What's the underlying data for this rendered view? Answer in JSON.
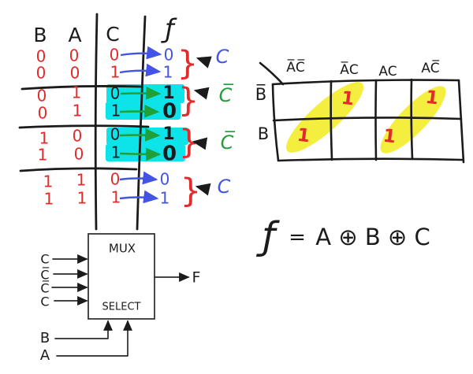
{
  "colors": {
    "red": "#e22b2b",
    "blue": "#4353e6",
    "green": "#1fa038",
    "cyan_highlight": "#0ce4ea",
    "yellow_highlight": "#f4ee3f",
    "ink": "#1b1b1b"
  },
  "truth_table": {
    "headers": {
      "b": "B",
      "a": "A",
      "c": "C",
      "f": "ƒ"
    },
    "rows": [
      {
        "b": "0",
        "a": "0",
        "c": "0",
        "f": "0"
      },
      {
        "b": "0",
        "a": "0",
        "c": "1",
        "f": "1"
      },
      {
        "b": "0",
        "a": "1",
        "c": "0",
        "f": "1"
      },
      {
        "b": "0",
        "a": "1",
        "c": "1",
        "f": "0"
      },
      {
        "b": "1",
        "a": "0",
        "c": "0",
        "f": "1"
      },
      {
        "b": "1",
        "a": "0",
        "c": "1",
        "f": "0"
      },
      {
        "b": "1",
        "a": "1",
        "c": "0",
        "f": "0"
      },
      {
        "b": "1",
        "a": "1",
        "c": "1",
        "f": "1"
      }
    ],
    "brace": "}",
    "group_labels": [
      "C",
      "C̅",
      "C̅",
      "C"
    ]
  },
  "kmap": {
    "col_headers": [
      "A̅C̅",
      "A̅C",
      "AC",
      "AC̅"
    ],
    "row_headers": [
      "B̅",
      "B"
    ],
    "ones": [
      "1",
      "1",
      "1",
      "1"
    ]
  },
  "equation": {
    "f": "ƒ",
    "equals": "=",
    "expression": "A ⊕ B ⊕ C"
  },
  "mux": {
    "title": "MUX",
    "select_label": "SELECT",
    "inputs": [
      "C",
      "C̅",
      "C̅",
      "C"
    ],
    "select_b": "B",
    "select_a": "A",
    "output": "F"
  }
}
